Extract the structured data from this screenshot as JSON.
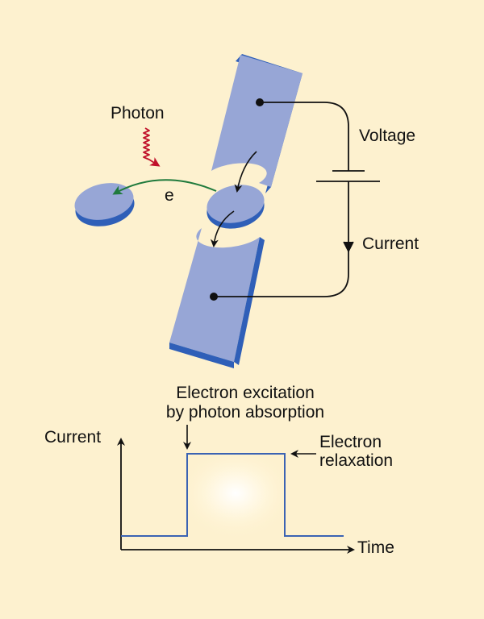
{
  "device": {
    "photon_label": "Photon",
    "electron_label": "e",
    "voltage_label": "Voltage",
    "current_label": "Current"
  },
  "plot": {
    "y_axis_label": "Current",
    "x_axis_label": "Time",
    "excitation_label_line1": "Electron excitation",
    "excitation_label_line2": "by photon absorption",
    "relaxation_label_line1": "Electron",
    "relaxation_label_line2": "relaxation"
  },
  "colors": {
    "background": "#fdf1cf",
    "electrode_face": "#97a6d6",
    "electrode_side": "#2f5fb8",
    "photon_wave": "#c0102a",
    "electron_path": "#1f7a3c",
    "pulse_line": "#3b63b3"
  }
}
